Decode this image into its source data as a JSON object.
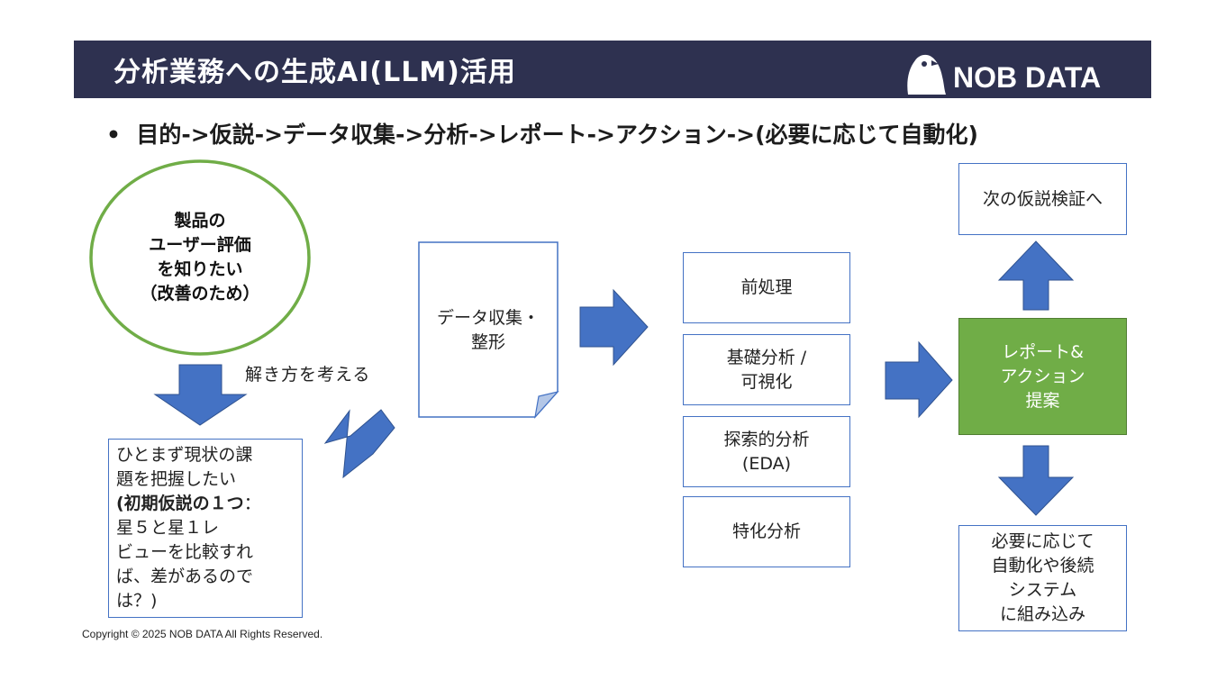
{
  "header": {
    "title": "分析業務への生成AI(LLM)活用",
    "logo_text": "NOB DATA"
  },
  "bullet": {
    "text": "目的->仮説->データ収集->分析->レポート->アクション->(必要に応じて自動化)"
  },
  "goal_circle": {
    "line1": "製品の",
    "line2": "ユーザー評価",
    "line3": "を知りたい",
    "line4": "（改善のため）"
  },
  "approach_label": "解き方を考える",
  "hypothesis_box": {
    "line1": "ひとまず現状の課",
    "line2": "題を把握したい",
    "line3_bold": "(初期仮説の１つ",
    "line3_tail": "：",
    "line4": "星５と星１レ",
    "line5": "ビューを比較すれ",
    "line6": "ば、差があるので",
    "line7": "は？)"
  },
  "data_collection": {
    "line1": "データ収集・",
    "line2": "整形"
  },
  "analysis_steps": [
    {
      "line1": "前処理",
      "line2": ""
    },
    {
      "line1": "基礎分析 /",
      "line2": "可視化"
    },
    {
      "line1": "探索的分析",
      "line2": "(EDA)"
    },
    {
      "line1": "特化分析",
      "line2": ""
    }
  ],
  "report_box": {
    "line1": "レポート&",
    "line2": "アクション",
    "line3": "提案"
  },
  "next_hypothesis": "次の仮説検証へ",
  "automation_box": {
    "line1": "必要に応じて",
    "line2": "自動化や後続",
    "line3": "システム",
    "line4": "に組み込み"
  },
  "footer": {
    "copyright": "Copyright © 2025 NOB DATA All Rights Reserved."
  },
  "colors": {
    "header_bg": "#2e3150",
    "box_border": "#4472c4",
    "arrow_fill": "#4472c4",
    "circle_border": "#70ad47",
    "report_fill": "#70ad47"
  }
}
